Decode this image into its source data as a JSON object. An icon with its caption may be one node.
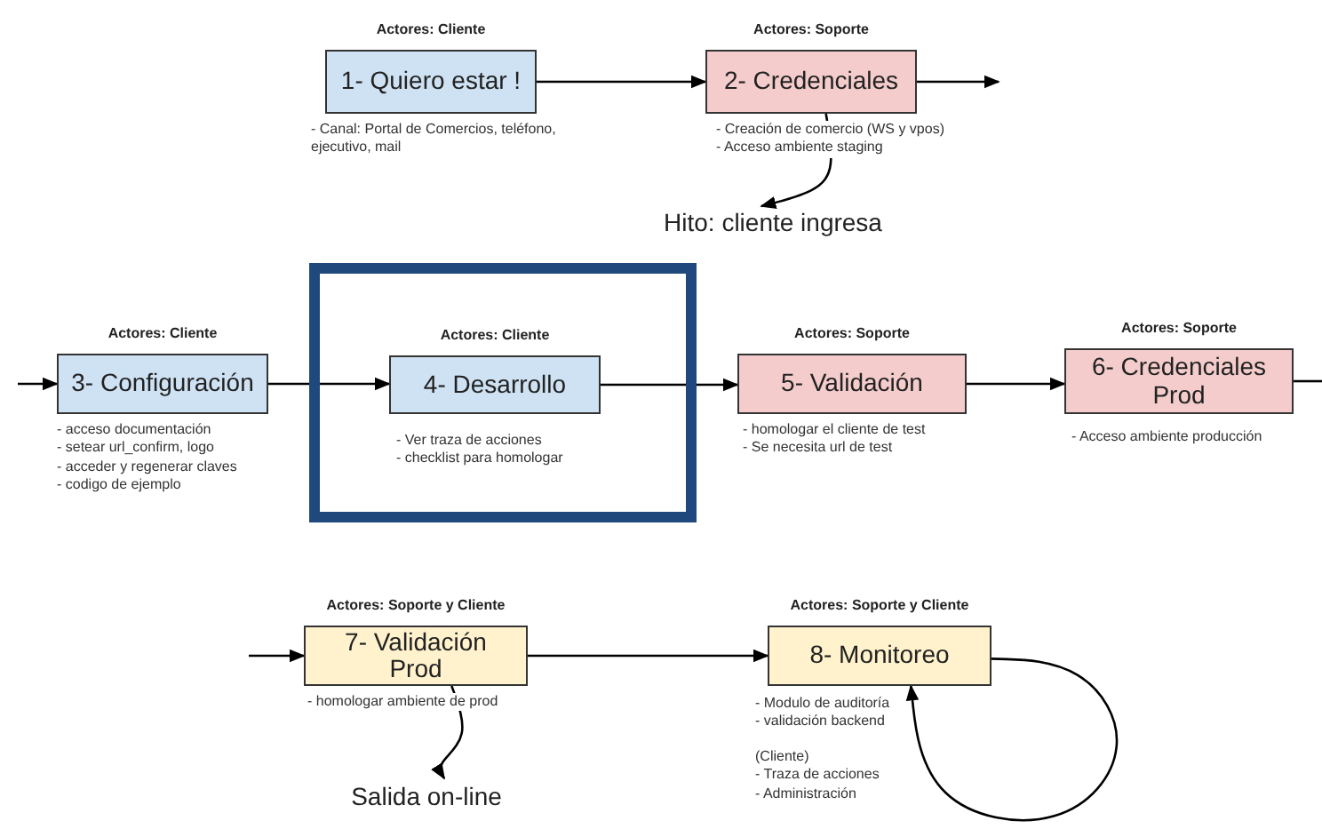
{
  "diagram": {
    "nodes": [
      {
        "text": [
          "Actores: Cliente",
          "1- Quiero estar !"
        ],
        "beside": [
          "- Canal: Portal de Comercios, teléfono, ejecutivo, mail"
        ]
      },
      {
        "text": [
          "Actores: Soporte",
          "2- Credenciales"
        ],
        "beside": [
          "- Creación de comercio (WS y vpos)",
          "- Acceso ambiente staging"
        ]
      },
      {
        "text": [
          "Hito: cliente ingresa"
        ]
      },
      {
        "text": [
          "Actores: Cliente",
          "3- Configuración"
        ],
        "beside": [
          "- acceso documentación",
          "- setear url_confirm, logo",
          "- acceder y regenerar claves",
          "- codigo de ejemplo"
        ]
      },
      {
        "text": [],
        "shape": "box"
      },
      {
        "text": [
          "Actores: Cliente",
          "4- Desarrollo"
        ],
        "beside": [
          "- Ver traza de acciones",
          "- checklist para homologar"
        ],
        "in": 4
      },
      {
        "text": [
          "Actores: Soporte",
          "5- Validación"
        ],
        "beside": [
          "- homologar el cliente de test",
          "- Se necesita url de test"
        ]
      },
      {
        "text": [
          "Actores: Soporte",
          "6- Credenciales Prod"
        ],
        "beside": [
          "- Acceso ambiente producción"
        ]
      },
      {
        "text": [
          "Actores: Soporte y Cliente",
          "7- Validación Prod"
        ],
        "beside": [
          "- homologar ambiente de prod"
        ]
      },
      {
        "text": [
          "Salida on-line"
        ]
      },
      {
        "text": [
          "Actores: Soporte y Cliente",
          "8- Monitoreo"
        ],
        "beside": [
          "- Modulo de auditoría",
          "- validación backend",
          "(Cliente)",
          "- Traza de acciones",
          "- Administración"
        ]
      }
    ],
    "edges": [
      {
        "from": 0,
        "to": 1,
        "arrow": "to"
      },
      {
        "from": 1,
        "to": null,
        "arrow": "to"
      },
      {
        "from": 1,
        "to": 2,
        "arrow": "to"
      },
      {
        "from": null,
        "to": 3,
        "arrow": "to"
      },
      {
        "from": 3,
        "to": 5,
        "arrow": "to"
      },
      {
        "from": 5,
        "to": 6,
        "arrow": "to"
      },
      {
        "from": 6,
        "to": 7,
        "arrow": "to"
      },
      {
        "from": 7,
        "to": null,
        "arrow": "none"
      },
      {
        "from": null,
        "to": 8,
        "arrow": "to"
      },
      {
        "from": 8,
        "to": 9,
        "arrow": "to"
      },
      {
        "from": 8,
        "to": 10,
        "arrow": "to"
      },
      {
        "from": 10,
        "to": 10,
        "arrow": "to"
      }
    ]
  }
}
